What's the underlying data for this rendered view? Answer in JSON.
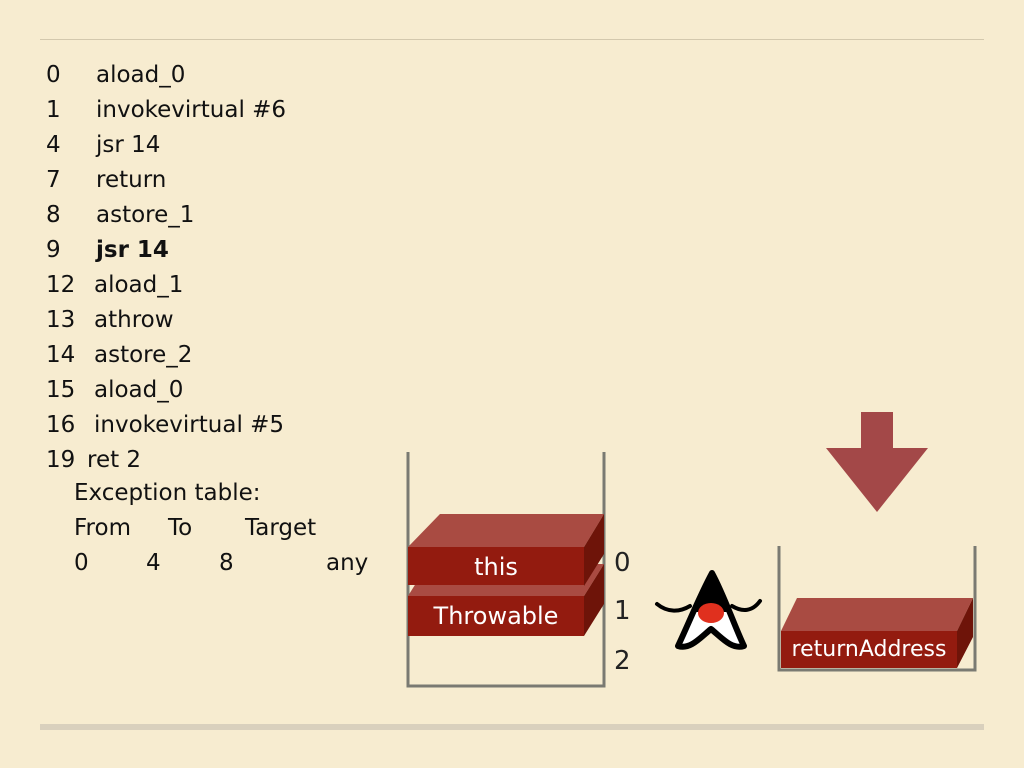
{
  "bytecode": [
    {
      "offset": "0",
      "instr": "aload_0",
      "bold": false
    },
    {
      "offset": "1",
      "instr": "invokevirtual #6",
      "bold": false
    },
    {
      "offset": "4",
      "instr": "jsr 14",
      "bold": false
    },
    {
      "offset": "7",
      "instr": "return",
      "bold": false
    },
    {
      "offset": "8",
      "instr": "astore_1",
      "bold": false
    },
    {
      "offset": "9",
      "instr": "jsr 14",
      "bold": true
    },
    {
      "offset": "12",
      "instr": "aload_1",
      "bold": false
    },
    {
      "offset": "13",
      "instr": "athrow",
      "bold": false
    },
    {
      "offset": "14",
      "instr": "astore_2",
      "bold": false
    },
    {
      "offset": "15",
      "instr": "aload_0",
      "bold": false
    },
    {
      "offset": "16",
      "instr": "invokevirtual #5",
      "bold": false
    },
    {
      "offset": "19",
      "instr": "ret 2",
      "bold": false
    }
  ],
  "exception_table": {
    "title": "Exception table:",
    "headers": {
      "from": "From",
      "to": "To",
      "target": "Target"
    },
    "row": {
      "from": "0",
      "to": "4",
      "target": "8",
      "type": "any"
    }
  },
  "local_vars": {
    "slots": [
      {
        "index": "0",
        "value": "this"
      },
      {
        "index": "1",
        "value": "Throwable"
      },
      {
        "index": "2",
        "value": ""
      }
    ]
  },
  "operand_stack": {
    "items": [
      {
        "value": "returnAddress"
      }
    ]
  },
  "colors": {
    "background": "#f7ecd0",
    "box_front": "#931b0f",
    "box_top": "#a94b42",
    "box_side": "#6e1409",
    "arrow": "#a34848",
    "frame": "#7a7a72"
  },
  "icons": {
    "mascot": "duke-icon",
    "arrow": "down-arrow-icon"
  }
}
